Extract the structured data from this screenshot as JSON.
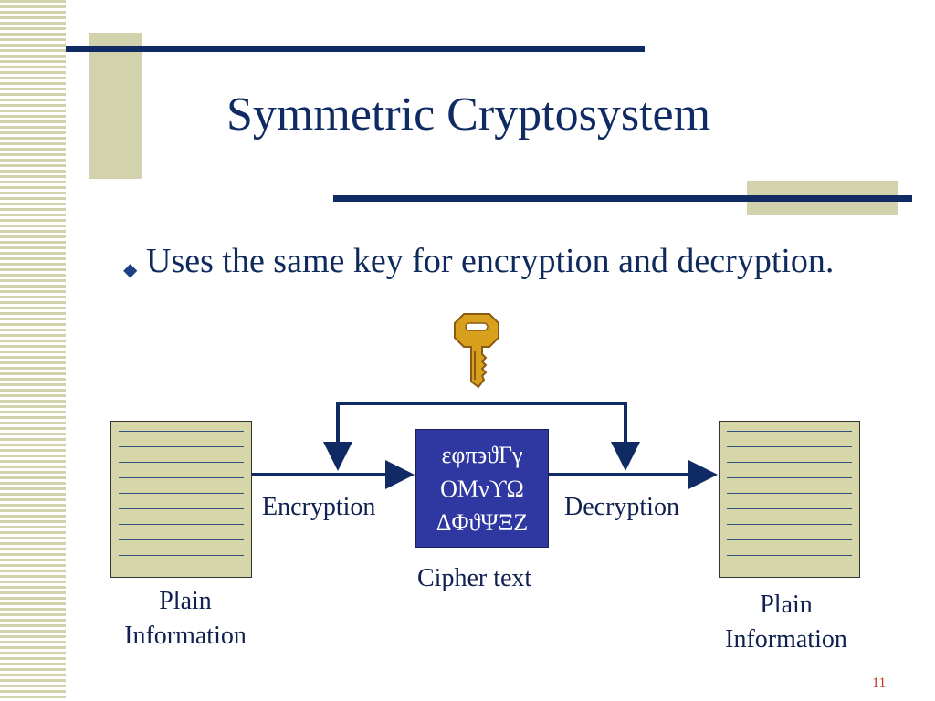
{
  "slide": {
    "title": "Symmetric Cryptosystem",
    "bullet": "Uses the same key for encryption and decryption.",
    "page_number": "11"
  },
  "diagram": {
    "cipher_lines": [
      "εφπ϶ϑΓγ",
      "ΟΜνϒΩ",
      "ΔΦϑΨΞΖ"
    ],
    "encryption_label": "Encryption",
    "decryption_label": "Decryption",
    "cipher_label": "Cipher text",
    "left_label": [
      "Plain",
      "Information"
    ],
    "right_label": [
      "Plain",
      "Information"
    ]
  },
  "colors": {
    "navy": "#102b64",
    "khaki": "#d2d2ad",
    "cipher_box": "#2e38a0",
    "key_gold": "#d9a01e"
  },
  "icons": [
    "diamond-bullet-icon",
    "key-icon"
  ]
}
